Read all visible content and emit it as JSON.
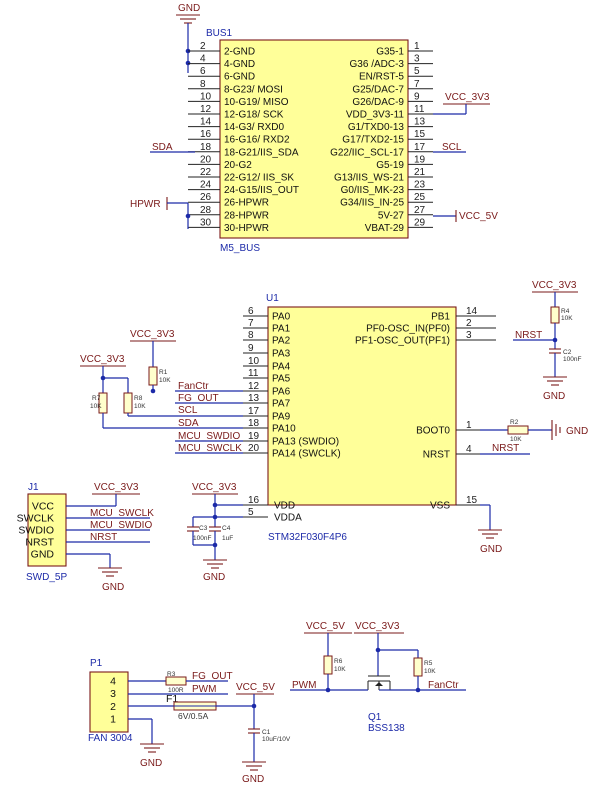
{
  "m5bus": {
    "ref": "BUS1",
    "name": "M5_BUS",
    "gnd_label": "GND",
    "left_pins": [
      {
        "num": "2",
        "name": "2-GND"
      },
      {
        "num": "4",
        "name": "4-GND"
      },
      {
        "num": "6",
        "name": "6-GND"
      },
      {
        "num": "8",
        "name": "8-G23/ MOSI"
      },
      {
        "num": "10",
        "name": "10-G19/ MISO"
      },
      {
        "num": "12",
        "name": "12-G18/ SCK"
      },
      {
        "num": "14",
        "name": "14-G3/ RXD0"
      },
      {
        "num": "16",
        "name": "16-G16/ RXD2"
      },
      {
        "num": "18",
        "name": "18-G21/IIS_SDA"
      },
      {
        "num": "20",
        "name": "20-G2"
      },
      {
        "num": "22",
        "name": "22-G12/ IIS_SK"
      },
      {
        "num": "24",
        "name": "24-G15/IIS_OUT"
      },
      {
        "num": "26",
        "name": "26-HPWR"
      },
      {
        "num": "28",
        "name": "28-HPWR"
      },
      {
        "num": "30",
        "name": "30-HPWR"
      }
    ],
    "right_pins": [
      {
        "num": "1",
        "name": "G35-1"
      },
      {
        "num": "3",
        "name": "G36 /ADC-3"
      },
      {
        "num": "5",
        "name": "EN/RST-5"
      },
      {
        "num": "7",
        "name": "G25/DAC-7"
      },
      {
        "num": "9",
        "name": "G26/DAC-9"
      },
      {
        "num": "11",
        "name": "VDD_3V3-11"
      },
      {
        "num": "13",
        "name": "G1/TXD0-13"
      },
      {
        "num": "15",
        "name": "G17/TXD2-15"
      },
      {
        "num": "17",
        "name": "G22/IIC_SCL-17"
      },
      {
        "num": "19",
        "name": "G5-19"
      },
      {
        "num": "21",
        "name": "G13/IIS_WS-21"
      },
      {
        "num": "23",
        "name": "G0/IIS_MK-23"
      },
      {
        "num": "25",
        "name": "G34/IIS_IN-25"
      },
      {
        "num": "27",
        "name": "5V-27"
      },
      {
        "num": "29",
        "name": "VBAT-29"
      }
    ],
    "net_sda": "SDA",
    "net_scl": "SCL",
    "net_hpwr": "HPWR",
    "net_vcc3v3": "VCC_3V3",
    "net_vcc5v": "VCC_5V"
  },
  "mcu": {
    "ref": "U1",
    "part": "STM32F030F4P6",
    "left_pins": [
      {
        "num": "6",
        "name": "PA0"
      },
      {
        "num": "7",
        "name": "PA1"
      },
      {
        "num": "8",
        "name": "PA2"
      },
      {
        "num": "9",
        "name": "PA3"
      },
      {
        "num": "10",
        "name": "PA4"
      },
      {
        "num": "11",
        "name": "PA5"
      },
      {
        "num": "12",
        "name": "PA6"
      },
      {
        "num": "13",
        "name": "PA7"
      },
      {
        "num": "17",
        "name": "PA9"
      },
      {
        "num": "18",
        "name": "PA10"
      },
      {
        "num": "19",
        "name": "PA13 (SWDIO)"
      },
      {
        "num": "20",
        "name": "PA14 (SWCLK)"
      }
    ],
    "right_pins": [
      {
        "num": "14",
        "name": "PB1"
      },
      {
        "num": "2",
        "name": "PF0-OSC_IN(PF0)"
      },
      {
        "num": "3",
        "name": "PF1-OSC_OUT(PF1)"
      },
      {
        "num": "1",
        "name": "BOOT0"
      },
      {
        "num": "4",
        "name": "NRST"
      },
      {
        "num": "15",
        "name": "VSS"
      }
    ],
    "vdd_pins": [
      {
        "num": "16",
        "name": "VDD"
      },
      {
        "num": "5",
        "name": "VDDA"
      }
    ],
    "nets": {
      "fanctr": "FanCtr",
      "fg_out": "FG_OUT",
      "scl": "SCL",
      "sda": "SDA",
      "swdio": "MCU_SWDIO",
      "swclk": "MCU_SWCLK",
      "nrst": "NRST",
      "gnd": "GND",
      "vcc3v3": "VCC_3V3"
    },
    "r7": {
      "ref": "R7",
      "val": "10K"
    },
    "r8": {
      "ref": "R8",
      "val": "10K"
    },
    "r1": {
      "ref": "R1",
      "val": "10K"
    },
    "r2": {
      "ref": "R2",
      "val": "10K"
    },
    "c3": {
      "ref": "C3",
      "val": "100nF"
    },
    "c4": {
      "ref": "C4",
      "val": "1uF"
    }
  },
  "reset": {
    "r4": {
      "ref": "R4",
      "val": "10K"
    },
    "c2": {
      "ref": "C2",
      "val": "100nF"
    },
    "net_nrst": "NRST",
    "vcc": "VCC_3V3",
    "gnd": "GND"
  },
  "swd": {
    "ref": "J1",
    "name": "SWD_5P",
    "pins": [
      "VCC",
      "SWCLK",
      "SWDIO",
      "NRST",
      "GND"
    ],
    "nets": [
      "VCC_3V3",
      "MCU_SWCLK",
      "MCU_SWDIO",
      "NRST",
      "GND"
    ]
  },
  "fan": {
    "ref": "P1",
    "name": "FAN 3004",
    "pins": [
      "4",
      "3",
      "2",
      "1"
    ],
    "r3": {
      "ref": "R3",
      "val": "100R"
    },
    "f1": {
      "ref": "F1",
      "val": "6V/0.5A"
    },
    "c1": {
      "ref": "C1",
      "val": "10uF/10V"
    },
    "net_fg": "FG_OUT",
    "net_pwm": "PWM",
    "vcc": "VCC_5V",
    "gnd1": "GND",
    "gnd2": "GND"
  },
  "mosfet": {
    "ref": "Q1",
    "part": "BSS138",
    "r6": {
      "ref": "R6",
      "val": "10K"
    },
    "r5": {
      "ref": "R5",
      "val": "10K"
    },
    "vcc5": "VCC_5V",
    "vcc3": "VCC_3V3",
    "net_pwm": "PWM",
    "net_fanctr": "FanCtr"
  }
}
